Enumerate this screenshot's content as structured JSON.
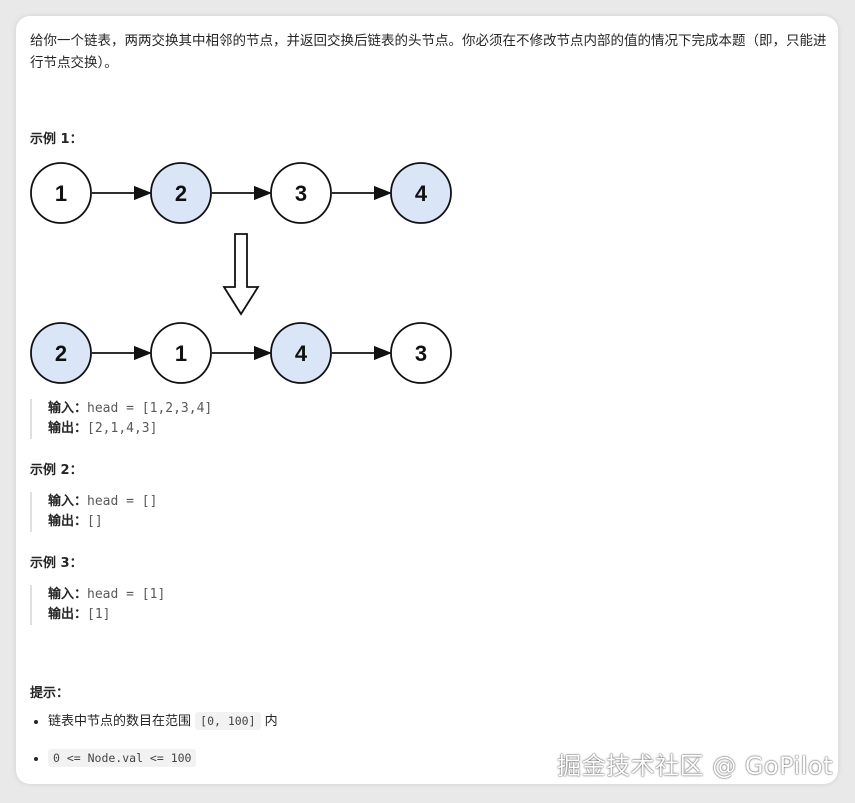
{
  "description": "给你一个链表，两两交换其中相邻的节点，并返回交换后链表的头节点。你必须在不修改节点内部的值的情况下完成本题（即，只能进行节点交换）。",
  "examples": [
    {
      "title": "示例 1：",
      "input_label": "输入：",
      "input_value": "head = [1,2,3,4]",
      "output_label": "输出：",
      "output_value": "[2,1,4,3]"
    },
    {
      "title": "示例 2：",
      "input_label": "输入：",
      "input_value": "head = []",
      "output_label": "输出：",
      "output_value": "[]"
    },
    {
      "title": "示例 3：",
      "input_label": "输入：",
      "input_value": "head = [1]",
      "output_label": "输出：",
      "output_value": "[1]"
    }
  ],
  "diagram": {
    "before": [
      "1",
      "2",
      "3",
      "4"
    ],
    "after": [
      "2",
      "1",
      "4",
      "3"
    ],
    "highlight_color": "#dae6f8"
  },
  "hints": {
    "title": "提示：",
    "item1_prefix": "链表中节点的数目在范围 ",
    "item1_code": "[0, 100]",
    "item1_suffix": " 内",
    "item2_code": "0 <= Node.val <= 100"
  },
  "watermark": "掘金技术社区 @ GoPilot"
}
